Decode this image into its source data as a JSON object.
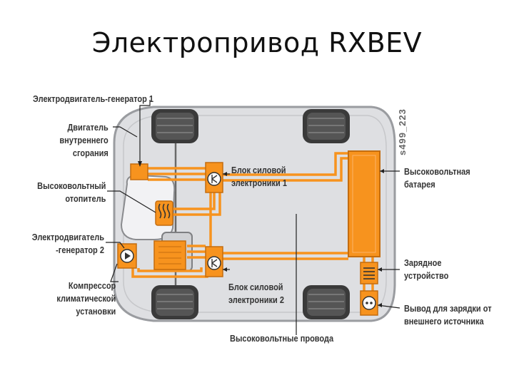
{
  "title": "Электропривод RXBEV",
  "code": "s499_223",
  "colors": {
    "wire": "#f7931e",
    "wire_light": "#f9b060",
    "body": "#dedfe2",
    "body_outline": "#9a9ca0",
    "component": "#f7931e",
    "label": "#333333"
  },
  "labels": {
    "motor_gen_1": [
      "Электродвигатель-генератор 1"
    ],
    "ice": [
      "Двигатель",
      "внутреннего",
      "сгорания"
    ],
    "hv_heater": [
      "Высоковольтный",
      "отопитель"
    ],
    "motor_gen_2": [
      "Электродвигатель",
      "-генератор 2"
    ],
    "compressor": [
      "Компрессор",
      "климатической",
      "установки"
    ],
    "power_block_1": [
      "Блок силовой",
      "электроники 1"
    ],
    "power_block_2": [
      "Блок силовой",
      "электроники 2"
    ],
    "hv_battery": [
      "Высоковольтная",
      "батарея"
    ],
    "charger": [
      "Зарядное",
      "устройство"
    ],
    "charge_port": [
      "Вывод для зарядки от",
      "внешнего источника"
    ],
    "hv_wires": [
      "Высоковольтные провода"
    ]
  }
}
